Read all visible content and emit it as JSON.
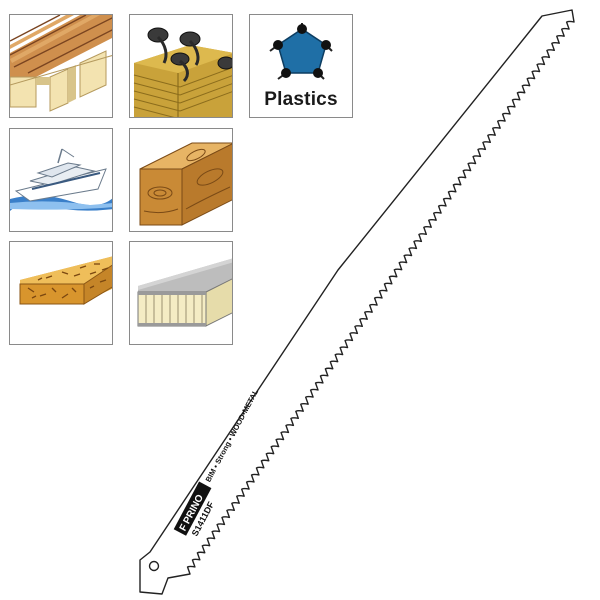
{
  "materials": {
    "tiles": [
      {
        "name": "wood-pallet",
        "label": ""
      },
      {
        "name": "nailed-wood",
        "label": ""
      },
      {
        "name": "plastics",
        "label": "Plastics"
      },
      {
        "name": "boat",
        "label": ""
      },
      {
        "name": "solid-wood",
        "label": ""
      },
      {
        "name": "chipboard",
        "label": ""
      },
      {
        "name": "sandwich-panel",
        "label": ""
      }
    ],
    "plastics_label": "Plastics"
  },
  "blade": {
    "brand": "PRINO",
    "brand_prefix": "F",
    "model": "S1411DF",
    "spec": "BIM • Strong • WOOD•METAL"
  },
  "colors": {
    "wood_light": "#d9a35a",
    "wood_dark": "#a4622b",
    "pallet_cream": "#f3e3b0",
    "osb": "#e0a53b",
    "plastic_blue": "#1f6fa6",
    "panel_gray": "#bdbdbd",
    "boat_blue": "#3a7fc9",
    "blade_outline": "#222222"
  }
}
